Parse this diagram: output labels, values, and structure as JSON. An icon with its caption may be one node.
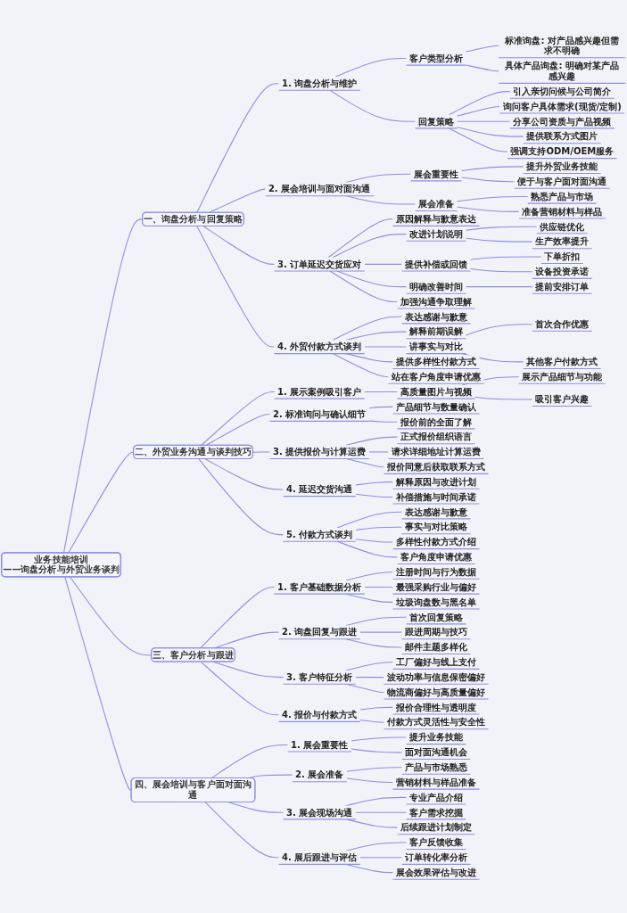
{
  "diagram": {
    "nodes": [
      {
        "text": [
          "业务技能培训",
          "——询盘分析与外贸业务谈判"
        ]
      },
      {
        "text": [
          "一、询盘分析与回复策略"
        ]
      },
      {
        "text": [
          "1. 询盘分析与维护"
        ]
      },
      {
        "text": [
          "客户类型分析"
        ]
      },
      {
        "text": [
          "标准询盘: 对产品感兴趣但需求不明确"
        ]
      },
      {
        "text": [
          "具体产品询盘: 明确对某产品感兴趣"
        ]
      },
      {
        "text": [
          "回复策略"
        ]
      },
      {
        "text": [
          "引入亲切问候与公司简介"
        ]
      },
      {
        "text": [
          "询问客户具体需求(现货/定制)"
        ]
      },
      {
        "text": [
          "分享公司资质与产品视频"
        ]
      },
      {
        "text": [
          "提供联系方式图片"
        ]
      },
      {
        "text": [
          "强调支持ODM/OEM服务"
        ]
      },
      {
        "text": [
          "2. 展会培训与面对面沟通"
        ]
      },
      {
        "text": [
          "展会重要性"
        ]
      },
      {
        "text": [
          "提升外贸业务技能"
        ]
      },
      {
        "text": [
          "便于与客户面对面沟通"
        ]
      },
      {
        "text": [
          "展会准备"
        ]
      },
      {
        "text": [
          "熟悉产品与市场"
        ]
      },
      {
        "text": [
          "准备营销材料与样品"
        ]
      },
      {
        "text": [
          "3. 订单延迟交货应对"
        ]
      },
      {
        "text": [
          "原因解释与歉意表达"
        ]
      },
      {
        "text": [
          "改进计划说明"
        ]
      },
      {
        "text": [
          "供应链优化"
        ]
      },
      {
        "text": [
          "生产效率提升"
        ]
      },
      {
        "text": [
          "提供补偿或回馈"
        ]
      },
      {
        "text": [
          "下单折扣"
        ]
      },
      {
        "text": [
          "设备投资承诺"
        ]
      },
      {
        "text": [
          "明确改善时间"
        ]
      },
      {
        "text": [
          "提前安排订单"
        ]
      },
      {
        "text": [
          "加强沟通争取理解"
        ]
      },
      {
        "text": [
          "4. 外贸付款方式谈判"
        ]
      },
      {
        "text": [
          "表达感谢与歉意"
        ]
      },
      {
        "text": [
          "解释前期误解"
        ]
      },
      {
        "text": [
          "讲事实与对比"
        ]
      },
      {
        "text": [
          "首次合作优惠"
        ]
      },
      {
        "text": [
          "其他客户付款方式"
        ]
      },
      {
        "text": [
          "提供多样性付款方式"
        ]
      },
      {
        "text": [
          "站在客户角度申请优惠"
        ]
      },
      {
        "text": [
          "二、外贸业务沟通与谈判技巧"
        ]
      },
      {
        "text": [
          "1. 展示案例吸引客户"
        ]
      },
      {
        "text": [
          "高质量图片与视频"
        ]
      },
      {
        "text": [
          "展示产品细节与功能"
        ]
      },
      {
        "text": [
          "吸引客户兴趣"
        ]
      },
      {
        "text": [
          "2. 标准询问与确认细节"
        ]
      },
      {
        "text": [
          "产品细节与数量确认"
        ]
      },
      {
        "text": [
          "报价前的全面了解"
        ]
      },
      {
        "text": [
          "3. 提供报价与计算运费"
        ]
      },
      {
        "text": [
          "正式报价组织语言"
        ]
      },
      {
        "text": [
          "请求详细地址计算运费"
        ]
      },
      {
        "text": [
          "报价同意后获取联系方式"
        ]
      },
      {
        "text": [
          "4. 延迟交货沟通"
        ]
      },
      {
        "text": [
          "解释原因与改进计划"
        ]
      },
      {
        "text": [
          "补偿措施与时间承诺"
        ]
      },
      {
        "text": [
          "5. 付款方式谈判"
        ]
      },
      {
        "text": [
          "表达感谢与歉意"
        ]
      },
      {
        "text": [
          "事实与对比策略"
        ]
      },
      {
        "text": [
          "多样性付款方式介绍"
        ]
      },
      {
        "text": [
          "客户角度申请优惠"
        ]
      },
      {
        "text": [
          "三、客户分析与跟进"
        ]
      },
      {
        "text": [
          "1. 客户基础数据分析"
        ]
      },
      {
        "text": [
          "注册时间与行为数据"
        ]
      },
      {
        "text": [
          "最强采购行业与偏好"
        ]
      },
      {
        "text": [
          "垃圾询盘数与黑名单"
        ]
      },
      {
        "text": [
          "2. 询盘回复与跟进"
        ]
      },
      {
        "text": [
          "首次回复策略"
        ]
      },
      {
        "text": [
          "跟进周期与技巧"
        ]
      },
      {
        "text": [
          "邮件主题多样化"
        ]
      },
      {
        "text": [
          "3. 客户特征分析"
        ]
      },
      {
        "text": [
          "工厂偏好与线上支付"
        ]
      },
      {
        "text": [
          "波动功率与信息保密偏好"
        ]
      },
      {
        "text": [
          "物流商偏好与高质量偏好"
        ]
      },
      {
        "text": [
          "4. 报价与付款方式"
        ]
      },
      {
        "text": [
          "报价合理性与透明度"
        ]
      },
      {
        "text": [
          "付款方式灵活性与安全性"
        ]
      },
      {
        "text": [
          "四、展会培训与客户面对面沟通"
        ]
      },
      {
        "text": [
          "1. 展会重要性"
        ]
      },
      {
        "text": [
          "提升业务技能"
        ]
      },
      {
        "text": [
          "面对面沟通机会"
        ]
      },
      {
        "text": [
          "2. 展会准备"
        ]
      },
      {
        "text": [
          "产品与市场熟悉"
        ]
      },
      {
        "text": [
          "营销材料与样品准备"
        ]
      },
      {
        "text": [
          "3. 展会现场沟通"
        ]
      },
      {
        "text": [
          "专业产品介绍"
        ]
      },
      {
        "text": [
          "客户需求挖掘"
        ]
      },
      {
        "text": [
          "后续跟进计划制定"
        ]
      },
      {
        "text": [
          "4. 展后跟进与评估"
        ]
      },
      {
        "text": [
          "客户反馈收集"
        ]
      },
      {
        "text": [
          "订单转化率分析"
        ]
      },
      {
        "text": [
          "展会效果评估与改进"
        ]
      }
    ],
    "edges": [
      {
        "from": 0,
        "to": 1,
        "arrow": "none"
      },
      {
        "from": 1,
        "to": 2,
        "arrow": "none"
      },
      {
        "from": 2,
        "to": 3,
        "arrow": "none"
      },
      {
        "from": 3,
        "to": 4,
        "arrow": "none"
      },
      {
        "from": 3,
        "to": 5,
        "arrow": "none"
      },
      {
        "from": 2,
        "to": 6,
        "arrow": "none"
      },
      {
        "from": 6,
        "to": 7,
        "arrow": "none"
      },
      {
        "from": 6,
        "to": 8,
        "arrow": "none"
      },
      {
        "from": 6,
        "to": 9,
        "arrow": "none"
      },
      {
        "from": 6,
        "to": 10,
        "arrow": "none"
      },
      {
        "from": 6,
        "to": 11,
        "arrow": "none"
      },
      {
        "from": 1,
        "to": 12,
        "arrow": "none"
      },
      {
        "from": 12,
        "to": 13,
        "arrow": "none"
      },
      {
        "from": 13,
        "to": 14,
        "arrow": "none"
      },
      {
        "from": 13,
        "to": 15,
        "arrow": "none"
      },
      {
        "from": 12,
        "to": 16,
        "arrow": "none"
      },
      {
        "from": 16,
        "to": 17,
        "arrow": "none"
      },
      {
        "from": 16,
        "to": 18,
        "arrow": "none"
      },
      {
        "from": 1,
        "to": 19,
        "arrow": "none"
      },
      {
        "from": 19,
        "to": 20,
        "arrow": "none"
      },
      {
        "from": 19,
        "to": 21,
        "arrow": "none"
      },
      {
        "from": 21,
        "to": 22,
        "arrow": "none"
      },
      {
        "from": 21,
        "to": 23,
        "arrow": "none"
      },
      {
        "from": 19,
        "to": 24,
        "arrow": "none"
      },
      {
        "from": 24,
        "to": 25,
        "arrow": "none"
      },
      {
        "from": 24,
        "to": 26,
        "arrow": "none"
      },
      {
        "from": 19,
        "to": 27,
        "arrow": "none"
      },
      {
        "from": 27,
        "to": 28,
        "arrow": "none"
      },
      {
        "from": 19,
        "to": 29,
        "arrow": "none"
      },
      {
        "from": 1,
        "to": 30,
        "arrow": "none"
      },
      {
        "from": 30,
        "to": 31,
        "arrow": "none"
      },
      {
        "from": 30,
        "to": 32,
        "arrow": "none"
      },
      {
        "from": 30,
        "to": 33,
        "arrow": "none"
      },
      {
        "from": 33,
        "to": 34,
        "arrow": "none"
      },
      {
        "from": 33,
        "to": 35,
        "arrow": "none"
      },
      {
        "from": 30,
        "to": 36,
        "arrow": "none"
      },
      {
        "from": 30,
        "to": 37,
        "arrow": "none"
      },
      {
        "from": 0,
        "to": 38,
        "arrow": "none"
      },
      {
        "from": 38,
        "to": 39,
        "arrow": "none"
      },
      {
        "from": 39,
        "to": 40,
        "arrow": "none"
      },
      {
        "from": 40,
        "to": 41,
        "arrow": "none"
      },
      {
        "from": 40,
        "to": 42,
        "arrow": "none"
      },
      {
        "from": 38,
        "to": 43,
        "arrow": "none"
      },
      {
        "from": 43,
        "to": 44,
        "arrow": "none"
      },
      {
        "from": 43,
        "to": 45,
        "arrow": "none"
      },
      {
        "from": 38,
        "to": 46,
        "arrow": "none"
      },
      {
        "from": 46,
        "to": 47,
        "arrow": "none"
      },
      {
        "from": 46,
        "to": 48,
        "arrow": "none"
      },
      {
        "from": 46,
        "to": 49,
        "arrow": "none"
      },
      {
        "from": 38,
        "to": 50,
        "arrow": "none"
      },
      {
        "from": 50,
        "to": 51,
        "arrow": "none"
      },
      {
        "from": 50,
        "to": 52,
        "arrow": "none"
      },
      {
        "from": 38,
        "to": 53,
        "arrow": "none"
      },
      {
        "from": 53,
        "to": 54,
        "arrow": "none"
      },
      {
        "from": 53,
        "to": 55,
        "arrow": "none"
      },
      {
        "from": 53,
        "to": 56,
        "arrow": "none"
      },
      {
        "from": 53,
        "to": 57,
        "arrow": "none"
      },
      {
        "from": 0,
        "to": 58,
        "arrow": "none"
      },
      {
        "from": 58,
        "to": 59,
        "arrow": "none"
      },
      {
        "from": 59,
        "to": 60,
        "arrow": "none"
      },
      {
        "from": 59,
        "to": 61,
        "arrow": "none"
      },
      {
        "from": 59,
        "to": 62,
        "arrow": "none"
      },
      {
        "from": 58,
        "to": 63,
        "arrow": "none"
      },
      {
        "from": 63,
        "to": 64,
        "arrow": "none"
      },
      {
        "from": 63,
        "to": 65,
        "arrow": "none"
      },
      {
        "from": 63,
        "to": 66,
        "arrow": "none"
      },
      {
        "from": 58,
        "to": 67,
        "arrow": "none"
      },
      {
        "from": 67,
        "to": 68,
        "arrow": "none"
      },
      {
        "from": 67,
        "to": 69,
        "arrow": "none"
      },
      {
        "from": 67,
        "to": 70,
        "arrow": "none"
      },
      {
        "from": 58,
        "to": 71,
        "arrow": "none"
      },
      {
        "from": 71,
        "to": 72,
        "arrow": "none"
      },
      {
        "from": 71,
        "to": 73,
        "arrow": "none"
      },
      {
        "from": 0,
        "to": 74,
        "arrow": "none"
      },
      {
        "from": 74,
        "to": 75,
        "arrow": "none"
      },
      {
        "from": 75,
        "to": 76,
        "arrow": "none"
      },
      {
        "from": 75,
        "to": 77,
        "arrow": "none"
      },
      {
        "from": 74,
        "to": 78,
        "arrow": "none"
      },
      {
        "from": 78,
        "to": 79,
        "arrow": "none"
      },
      {
        "from": 78,
        "to": 80,
        "arrow": "none"
      },
      {
        "from": 74,
        "to": 81,
        "arrow": "none"
      },
      {
        "from": 81,
        "to": 82,
        "arrow": "none"
      },
      {
        "from": 81,
        "to": 83,
        "arrow": "none"
      },
      {
        "from": 81,
        "to": 84,
        "arrow": "none"
      },
      {
        "from": 74,
        "to": 85,
        "arrow": "none"
      },
      {
        "from": 85,
        "to": 86,
        "arrow": "none"
      },
      {
        "from": 85,
        "to": 87,
        "arrow": "none"
      },
      {
        "from": 85,
        "to": 88,
        "arrow": "none"
      }
    ]
  }
}
